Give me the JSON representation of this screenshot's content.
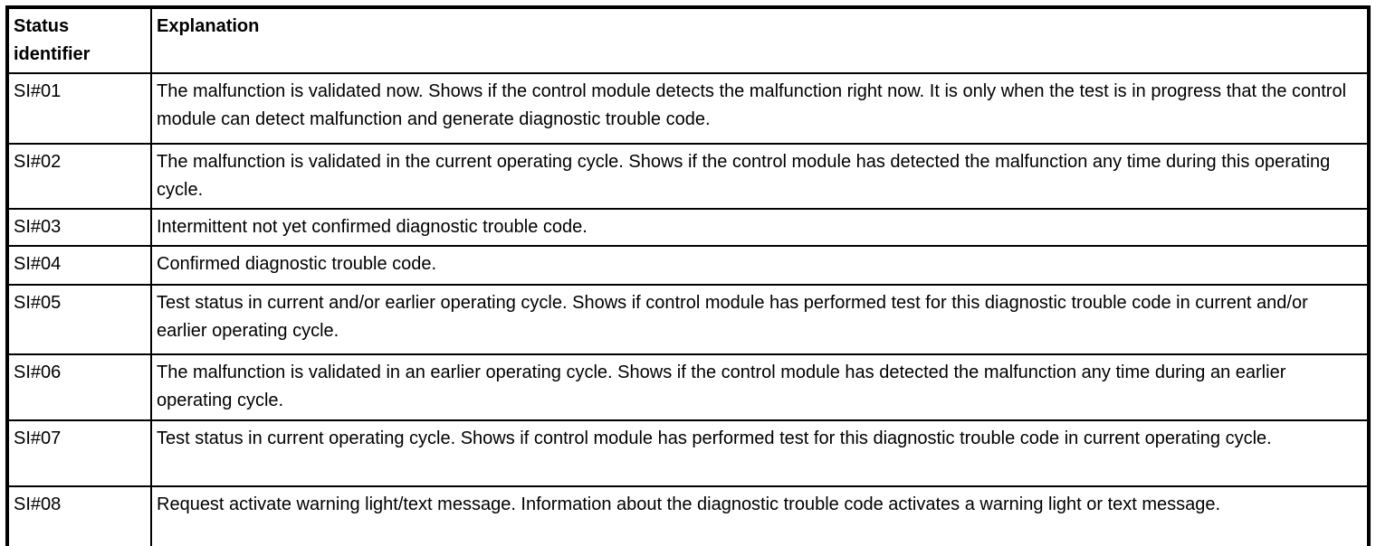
{
  "table": {
    "headers": {
      "status_identifier": "Status identifier",
      "explanation": "Explanation"
    },
    "rows": [
      {
        "id": "SI#01",
        "explanation": "The malfunction is validated now. Shows if the control module detects the malfunction right now. It is only when the test is in progress that the control module can detect malfunction and generate diagnostic trouble code."
      },
      {
        "id": "SI#02",
        "explanation": "The malfunction is validated in the current operating cycle. Shows if the control module has detected the malfunction any time during this operating cycle."
      },
      {
        "id": "SI#03",
        "explanation": "Intermittent not yet confirmed diagnostic trouble code."
      },
      {
        "id": "SI#04",
        "explanation": "Confirmed diagnostic trouble code."
      },
      {
        "id": "SI#05",
        "explanation": "Test status in current and/or earlier operating cycle. Shows if control module has performed test for this diagnostic trouble code in current and/or earlier operating cycle."
      },
      {
        "id": "SI#06",
        "explanation": "The malfunction is validated in an earlier operating cycle. Shows if the control module has detected the malfunction any time during an earlier operating cycle."
      },
      {
        "id": "SI#07",
        "explanation": "Test status in current operating cycle. Shows if control module has performed test for this diagnostic trouble code in current operating cycle."
      },
      {
        "id": "SI#08",
        "explanation": "Request activate warning light/text message. Information about the diagnostic trouble code activates a warning light or text message."
      }
    ],
    "colors": {
      "border": "#000000",
      "text": "#000000",
      "background": "#ffffff"
    }
  }
}
